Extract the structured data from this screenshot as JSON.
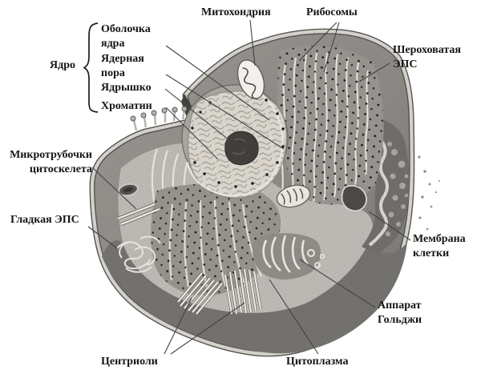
{
  "figure": {
    "type": "labeled-biology-diagram",
    "subject": "animal cell structure (cutaway view)",
    "background": "#ffffff"
  },
  "palette": {
    "ink": "#161514",
    "leader_line": "#44423f",
    "cytoplasm": "#8b8884",
    "cut_surface": "#bcb9b4",
    "membrane_band": "#d5d2cd",
    "nucleus_face": "#d9d5cc",
    "nucleolus": "#413f3c"
  },
  "labels": {
    "mitochondria": "Митохондрия",
    "ribosomes": "Рибосомы",
    "rough_er": "Шероховатая ЭПС",
    "nucleus_group": "Ядро",
    "nuclear_envelope": "Оболочка ядра",
    "nuclear_pore": "Ядерная пора",
    "nucleolus": "Ядрышко",
    "chromatin": "Хроматин",
    "cytoskeleton_microtubules": "Микротрубочки цитоскелета",
    "smooth_er": "Гладкая ЭПС",
    "centrioles": "Центриоли",
    "cytoplasm": "Цитоплазма",
    "golgi_apparatus": "Аппарат Гольджи",
    "cell_membrane": "Мембрана клетки"
  }
}
